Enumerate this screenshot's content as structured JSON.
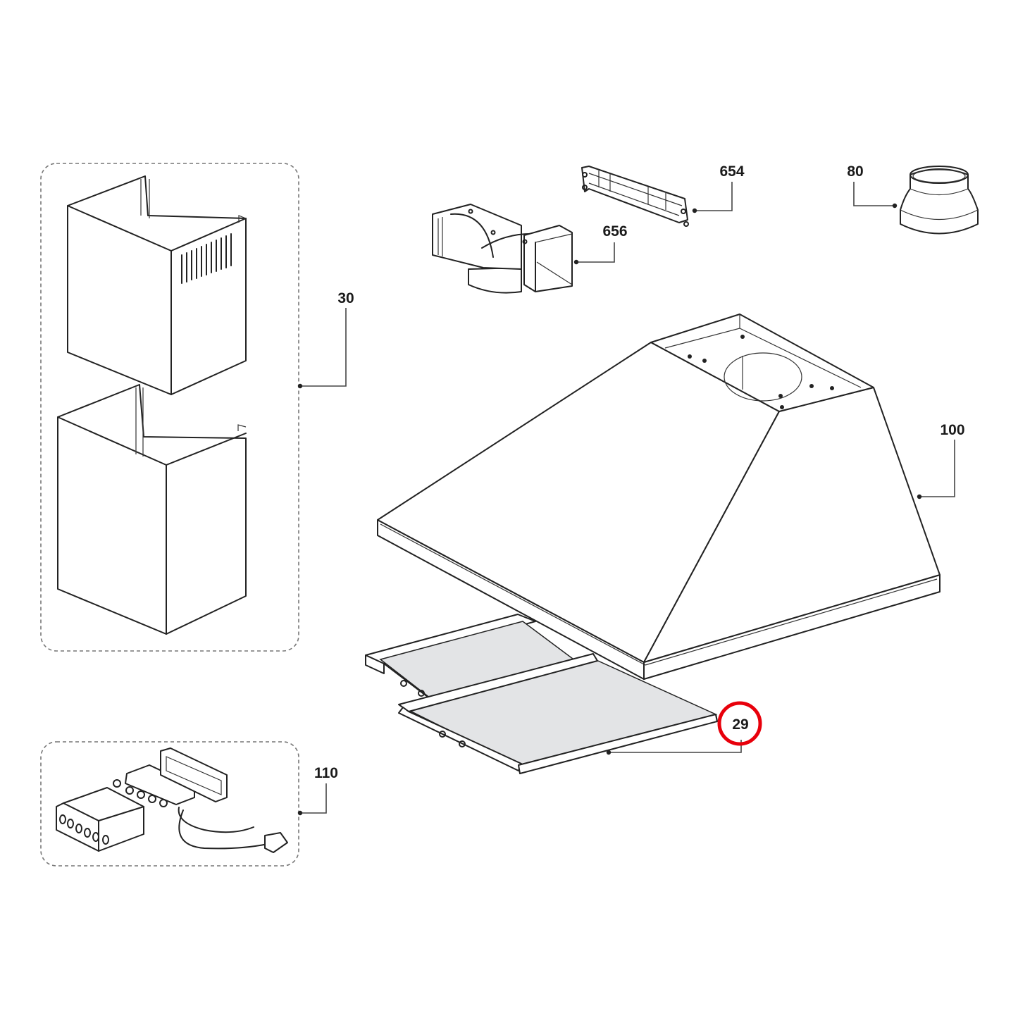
{
  "diagram": {
    "title": "Range hood exploded parts diagram",
    "highlight_color": "#e8000b",
    "highlighted_part": "29",
    "parts": [
      {
        "id": "30",
        "label": "30",
        "name": "Chimney cover set (upper and lower)"
      },
      {
        "id": "654",
        "label": "654",
        "name": "Chimney mounting bracket"
      },
      {
        "id": "656",
        "label": "656",
        "name": "Rectangular-to-round air duct adapter"
      },
      {
        "id": "80",
        "label": "80",
        "name": "Round duct reducer collar"
      },
      {
        "id": "100",
        "label": "100",
        "name": "Hood canopy body"
      },
      {
        "id": "29",
        "label": "29",
        "name": "Grease filter"
      },
      {
        "id": "110",
        "label": "110",
        "name": "Control switch assembly with wiring"
      }
    ]
  }
}
